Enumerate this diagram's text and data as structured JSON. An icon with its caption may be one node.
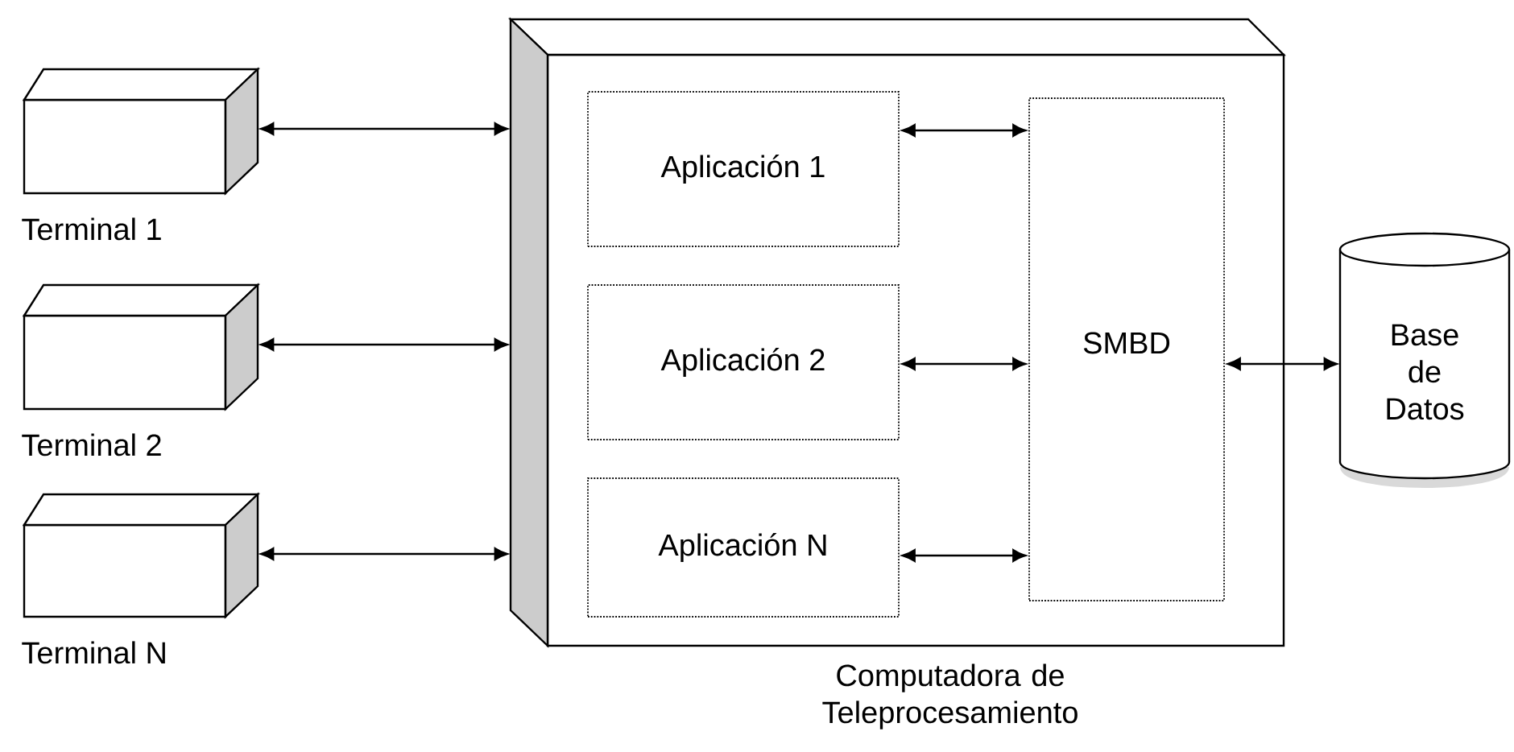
{
  "diagram": {
    "nodes": [
      {
        "text": [
          "Terminal 1"
        ]
      },
      {
        "text": [
          "Terminal 2"
        ]
      },
      {
        "text": [
          "Terminal N"
        ]
      },
      {
        "text": [
          "Computadora de Teleprocesamiento"
        ]
      },
      {
        "text": [
          "Aplicación 1"
        ],
        "in": 3
      },
      {
        "text": [
          "Aplicación 2"
        ],
        "in": 3
      },
      {
        "text": [
          "Aplicación N"
        ],
        "in": 3
      },
      {
        "text": [
          "SMBD"
        ],
        "in": 3
      },
      {
        "text": [
          "Base de Datos"
        ]
      }
    ],
    "edges": [
      {
        "from": 0,
        "to": 3,
        "arrow": "both"
      },
      {
        "from": 1,
        "to": 3,
        "arrow": "both"
      },
      {
        "from": 2,
        "to": 3,
        "arrow": "both"
      },
      {
        "from": 4,
        "to": 7,
        "arrow": "both"
      },
      {
        "from": 5,
        "to": 7,
        "arrow": "both"
      },
      {
        "from": 6,
        "to": 7,
        "arrow": "both"
      },
      {
        "from": 7,
        "to": 8,
        "arrow": "both"
      }
    ]
  }
}
